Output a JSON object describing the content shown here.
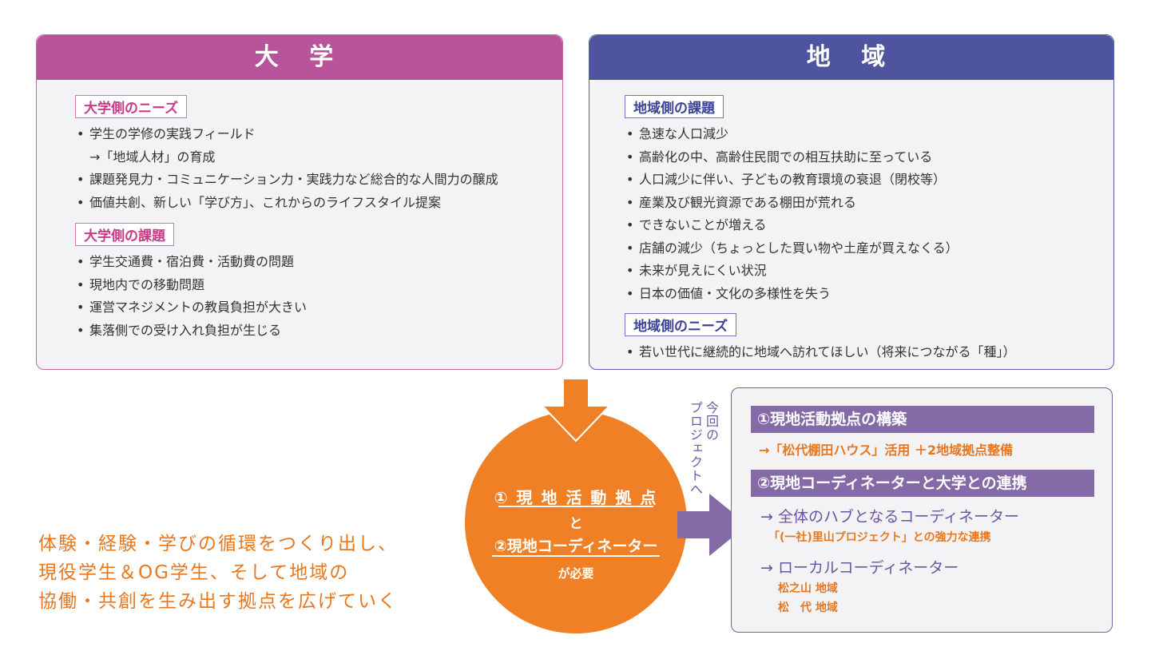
{
  "university": {
    "title": "大 学",
    "needs_tag": "大学側のニーズ",
    "needs": [
      "学生の学修の実践フィールド",
      "→「地域人材」の育成",
      "課題発見力・コミュニケーション力・実践力など総合的な人間力の醸成",
      "価値共創、新しい「学び方」、これからのライフスタイル提案"
    ],
    "issues_tag": "大学側の課題",
    "issues": [
      "学生交通費・宿泊費・活動費の問題",
      "現地内での移動問題",
      "運営マネジメントの教員負担が大きい",
      "集落側での受け入れ負担が生じる"
    ]
  },
  "region": {
    "title": "地 域",
    "issues_tag": "地域側の課題",
    "issues": [
      "急速な人口減少",
      "高齢化の中、高齢住民間での相互扶助に至っている",
      "人口減少に伴い、子どもの教育環境の衰退（閉校等）",
      "産業及び観光資源である棚田が荒れる",
      "できないことが増える",
      "店舗の減少（ちょっとした買い物や土産が買えなくる）",
      "未来が見えにくい状況",
      "日本の価値・文化の多様性を失う"
    ],
    "needs_tag": "地域側のニーズ",
    "needs": [
      "若い世代に継続的に地域へ訪れてほしい（将来につながる「種」）"
    ]
  },
  "circle": {
    "line1": "① 現 地 活 動 拠 点",
    "line2": "と",
    "line3": "②現地コーディネーター",
    "line4": "が必要"
  },
  "vertical_label": {
    "col1": "今回の",
    "col2": "プロジェクトへ"
  },
  "project": {
    "bar1": "①現地活動拠点の構築",
    "bar1_sub": "→「松代棚田ハウス」活用 ＋2地域拠点整備",
    "bar2": "②現地コーディネーターと大学との連携",
    "hub": "→ 全体のハブとなるコーディネーター",
    "hub_sub": "「(一社)里山プロジェクト」との強力な連携",
    "local": "→ ローカルコーディネーター",
    "area1": "松之山 地域",
    "area2": "松　代 地域"
  },
  "tagline": [
    "体験・経験・学びの循環をつくり出し、",
    "現役学生＆OG学生、そして地域の",
    "協働・共創を生み出す拠点を広げていく"
  ],
  "colors": {
    "university": "#b8559a",
    "region": "#4f549f",
    "accent_orange": "#f08025",
    "project_purple": "#846aa6"
  }
}
